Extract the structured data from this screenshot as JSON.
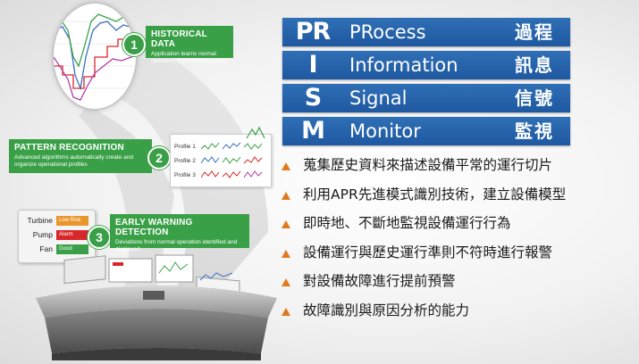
{
  "prism": [
    {
      "letters": "PR",
      "word": "PRocess",
      "cn": "過程"
    },
    {
      "letters": "I",
      "word": "Information",
      "cn": "訊息"
    },
    {
      "letters": "S",
      "word": "Signal",
      "cn": "信號"
    },
    {
      "letters": "M",
      "word": "Monitor",
      "cn": "監視"
    }
  ],
  "bullets": [
    "蒐集歷史資料來描述設備平常的運行切片",
    "利用APR先進模式識別技術，建立設備模型",
    "即時地、不斷地監視設備運行行為",
    "設備運行與歷史運行準則不符時進行報警",
    "對設備故障進行提前預警",
    "故障識別與原因分析的能力"
  ],
  "steps": [
    {
      "num": "1",
      "title": "HISTORICAL DATA",
      "desc": "Application learns normal operation from historical data"
    },
    {
      "num": "2",
      "title": "PATTERN RECOGNITION",
      "desc": "Advanced algorithms automatically create and organize operational profiles"
    },
    {
      "num": "3",
      "title": "EARLY WARNING DETECTION",
      "desc": "Deviations from normal operation identified and displayed"
    }
  ],
  "profiles": [
    "Profile 1",
    "Profile 2",
    "Profile 3"
  ],
  "status": [
    {
      "name": "Turbine",
      "state": "Low Risk",
      "color": "#e9962b"
    },
    {
      "name": "Pump",
      "state": "Alarm",
      "color": "#d9262b"
    },
    {
      "name": "Fan",
      "state": "Good",
      "color": "#3aa047"
    }
  ],
  "colors": {
    "bar_blue": "#1e58a0",
    "green": "#3aa047",
    "bullet_orange": "#e07a1e"
  }
}
